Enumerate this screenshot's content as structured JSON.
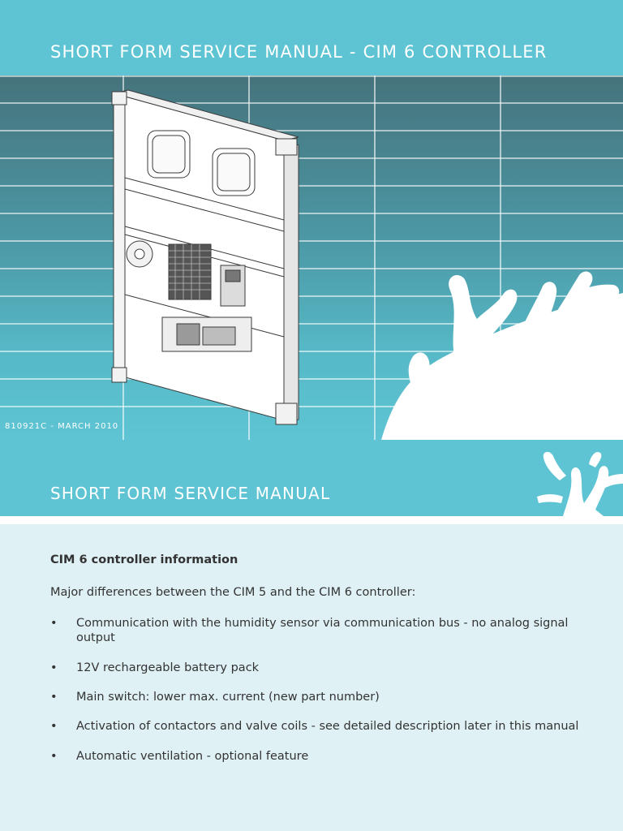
{
  "header": {
    "title": "SHORT FORM SERVICE MANUAL - CIM 6 CONTROLLER"
  },
  "cover": {
    "doc_code": "810921C - MARCH 2010",
    "illustration": "refrigeration-unit-drawing",
    "decoration": "coral-silhouette",
    "colors": {
      "brand": "#5ec4d3",
      "grid_dark": "#46808a",
      "content_bg": "#dff1f5"
    }
  },
  "section": {
    "title": "SHORT FORM SERVICE MANUAL"
  },
  "content": {
    "heading": "CIM 6 controller information",
    "intro": "Major differences between the CIM 5 and the CIM 6 controller:",
    "bullet_symbol": "•",
    "items": [
      "Communication with the humidity sensor via communication bus - no analog signal output",
      "12V rechargeable battery pack",
      "Main switch: lower max. current (new part number)",
      "Activation of contactors and valve coils - see detailed description later in this manual",
      "Automatic ventilation - optional feature"
    ]
  }
}
